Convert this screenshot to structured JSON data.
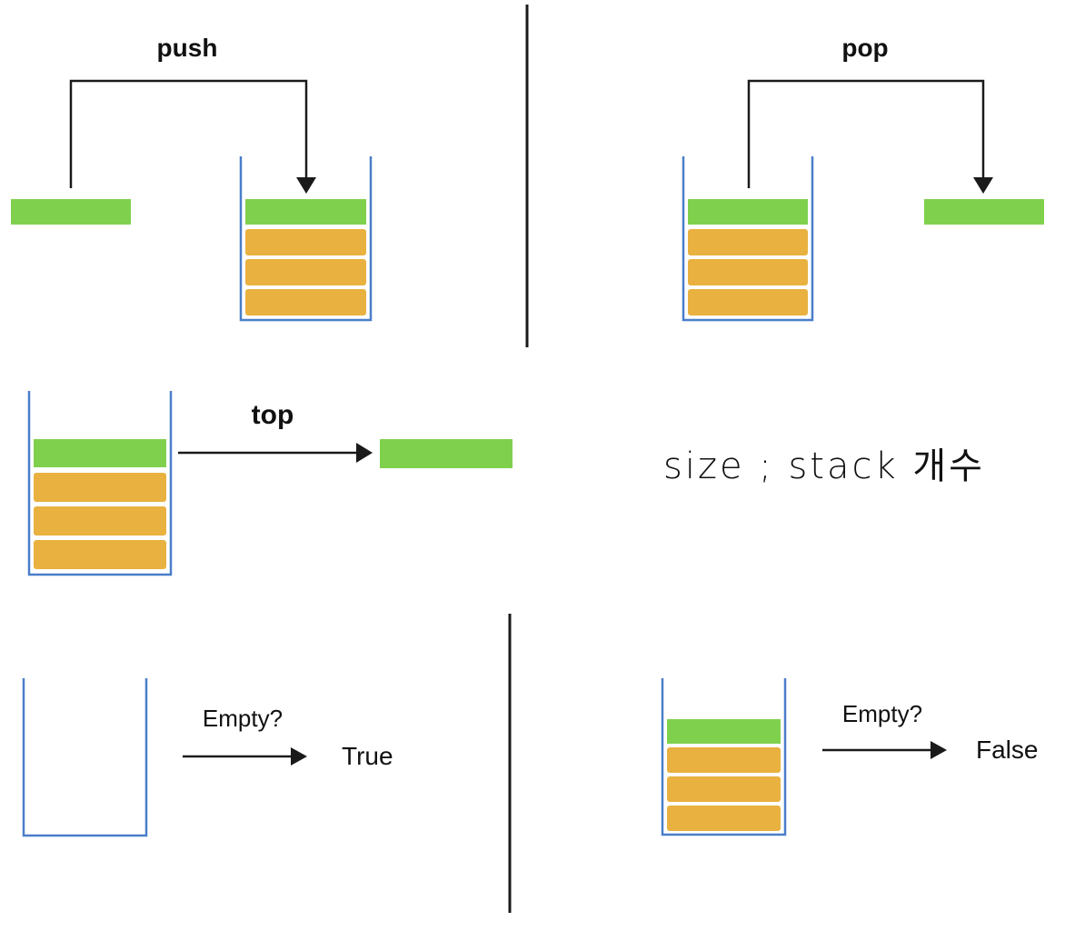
{
  "colors": {
    "top_block": "#7fd14d",
    "block": "#e9b13f",
    "container": "#4a7ec9",
    "line": "#1a1a1a",
    "background": "#ffffff"
  },
  "push_panel": {
    "label": "push",
    "stack_block_count": 3
  },
  "pop_panel": {
    "label": "pop",
    "stack_block_count": 3
  },
  "top_panel": {
    "label": "top",
    "stack_block_count": 3
  },
  "size_note": {
    "text": "size ; stack 개수"
  },
  "empty_true_panel": {
    "question": "Empty?",
    "result": "True"
  },
  "empty_false_panel": {
    "question": "Empty?",
    "result": "False",
    "stack_block_count": 3
  }
}
